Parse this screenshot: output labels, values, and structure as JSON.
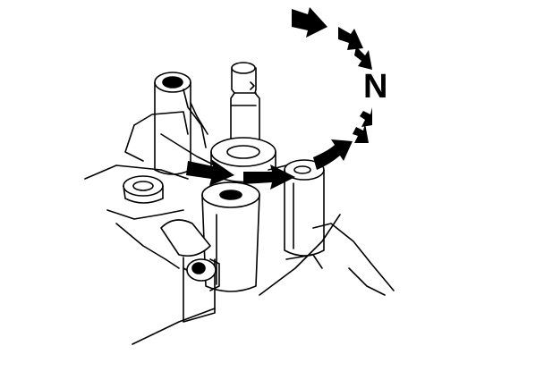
{
  "diagram": {
    "rotation_label": "N",
    "colors": {
      "ink": "#000000",
      "paper": "#ffffff"
    },
    "icons": [
      "rotation-direction-arrow",
      "shaft-movement-arrow"
    ]
  }
}
